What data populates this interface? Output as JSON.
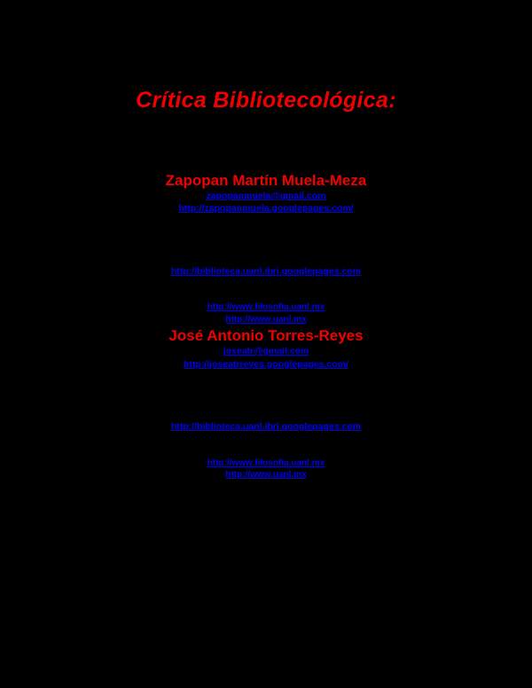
{
  "document": {
    "background_color": "#000000",
    "title_color": "#f20000",
    "link_color": "#0000f2",
    "title": "Crítica Bibliotecológica:"
  },
  "authors": [
    {
      "name": "Zapopan Martín Muela-Meza",
      "email": "zapopanmuela@gmail.com",
      "homepage": "http://zapopanmuela.googlepages.com/",
      "affiliation_link": "http://biblioteca.uanl.ibri.googlepages.com",
      "faculty_link": "http://www.filosofia.uanl.mx",
      "university_link": "http://www.uanl.mx"
    },
    {
      "name": "José Antonio Torres-Reyes",
      "email": "joseatr@gmail.com",
      "homepage": "http://joseatrreyes.googlepages.com/",
      "affiliation_link": "http://biblioteca.uanl.ibri.googlepages.com",
      "faculty_link": "http://www.filosofia.uanl.mx",
      "university_link": "http://www.uanl.mx"
    }
  ]
}
